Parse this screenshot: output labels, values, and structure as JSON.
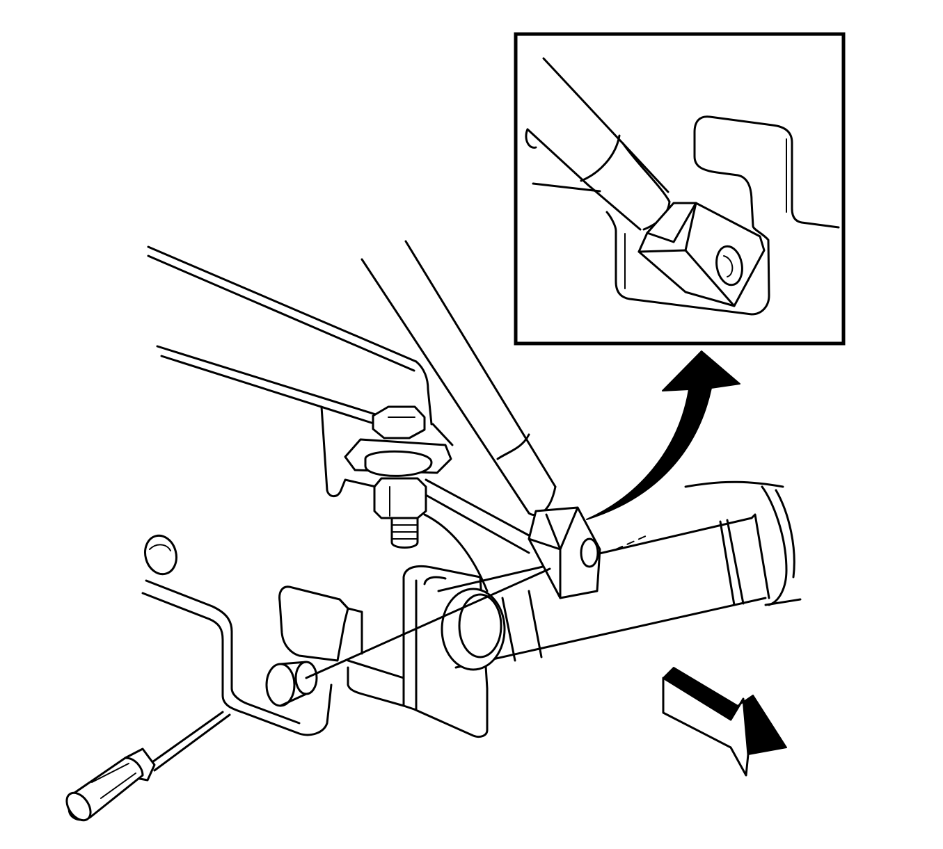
{
  "figure": {
    "type": "line-art service illustration",
    "stroke_color": "#000000",
    "background_color": "#ffffff"
  },
  "parts": {
    "main_view": "main-view",
    "detail_inset": "detail-inset",
    "callout_arrow": "callout-arrow-icon",
    "direction_arrow": "direction-arrow-icon",
    "screwdriver": "screwdriver-icon",
    "nut": "hex-nut-icon"
  }
}
